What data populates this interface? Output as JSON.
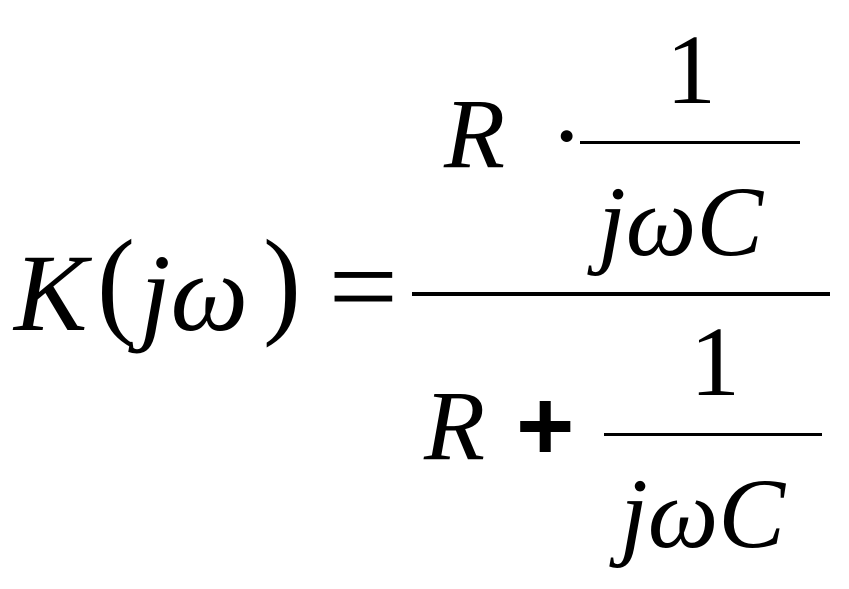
{
  "formula": {
    "lhs": {
      "function_name": "K",
      "open_paren": "(",
      "argument": "jω",
      "close_paren": ")"
    },
    "equals": "=",
    "numerator": {
      "term": "R",
      "operator": "·",
      "fraction": {
        "numerator": "1",
        "denominator": "jωC"
      }
    },
    "denominator": {
      "term": "R",
      "operator": "+",
      "fraction": {
        "numerator": "1",
        "denominator": "jωC"
      }
    }
  }
}
